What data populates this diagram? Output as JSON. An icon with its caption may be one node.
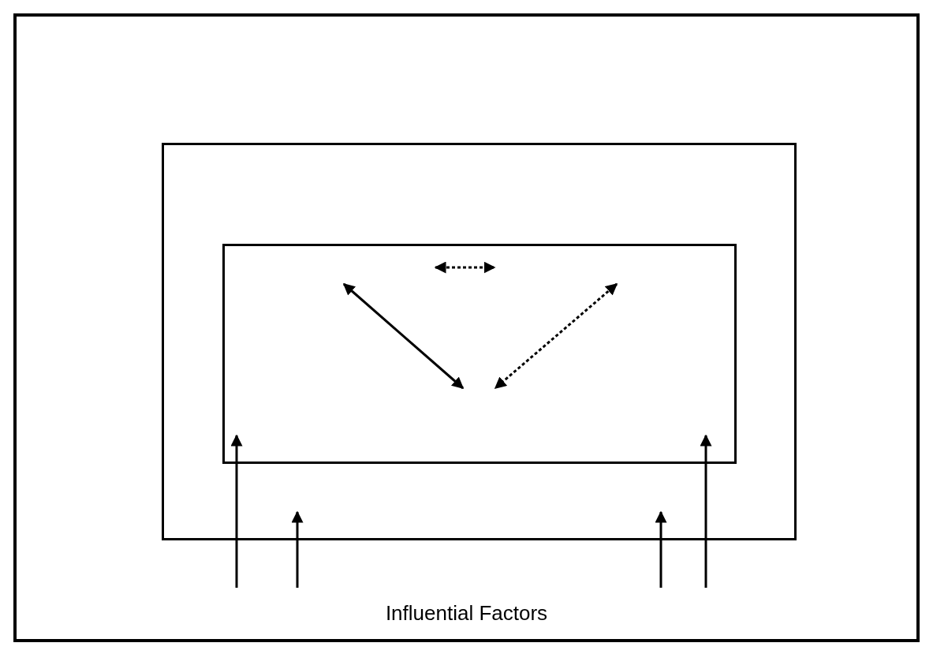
{
  "diagram": {
    "nodes": [
      {
        "text": [],
        "shape": "box"
      },
      {
        "text": [],
        "shape": "box",
        "in": 0
      },
      {
        "text": [],
        "shape": "box",
        "in": 1
      }
    ],
    "edges": [
      {
        "from": null,
        "to": 2,
        "arrow": "to"
      },
      {
        "from": null,
        "to": 1,
        "arrow": "to"
      },
      {
        "from": null,
        "to": 1,
        "arrow": "to"
      },
      {
        "from": null,
        "to": 2,
        "arrow": "to"
      }
    ],
    "labels": [
      "Influential Factors"
    ]
  }
}
